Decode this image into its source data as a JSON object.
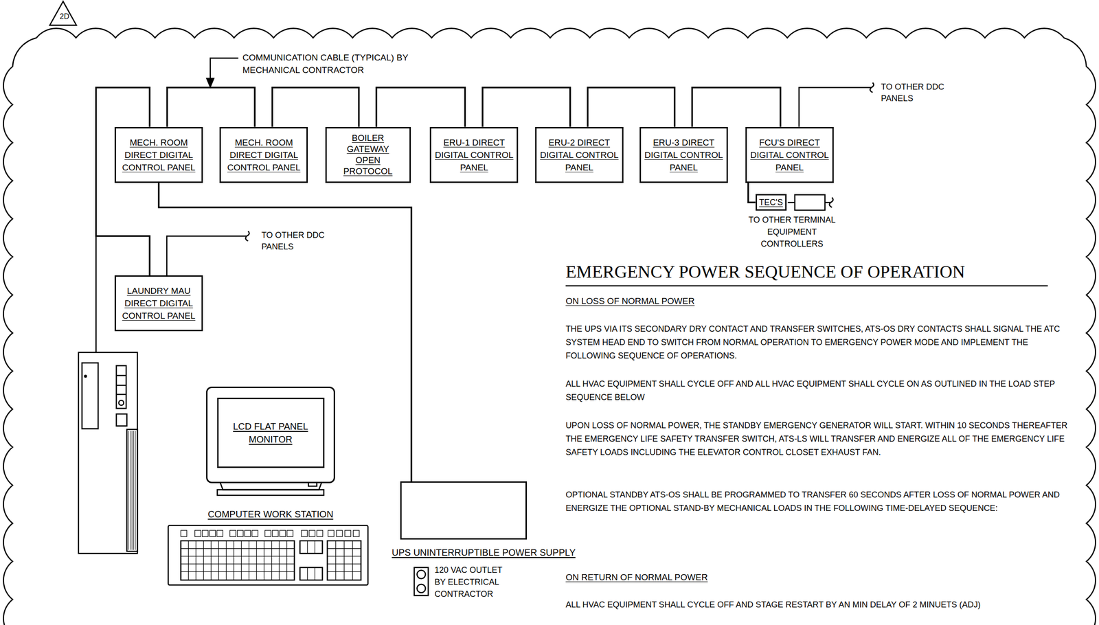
{
  "diagram": {
    "title": "EMERGENCY POWER SEQUENCE OF OPERATION",
    "nodes": [
      {
        "text": [
          "MECH. ROOM DIRECT DIGITAL CONTROL PANEL"
        ]
      },
      {
        "text": [
          "MECH. ROOM DIRECT DIGITAL CONTROL PANEL"
        ]
      },
      {
        "text": [
          "BOILER GATEWAY OPEN PROTOCOL"
        ]
      },
      {
        "text": [
          "ERU-1 DIRECT DIGITAL CONTROL PANEL"
        ]
      },
      {
        "text": [
          "ERU-2 DIRECT DIGITAL CONTROL PANEL"
        ]
      },
      {
        "text": [
          "ERU-3 DIRECT DIGITAL CONTROL PANEL"
        ]
      },
      {
        "text": [
          "FCU'S DIRECT DIGITAL CONTROL PANEL"
        ]
      },
      {
        "text": [
          "TEC'S"
        ]
      },
      {
        "text": [
          "LAUNDRY MAU DIRECT DIGITAL CONTROL PANEL"
        ]
      },
      {
        "text": [
          "LCD FLAT PANEL MONITOR",
          "COMPUTER WORK STATION"
        ]
      },
      {
        "text": [
          "UPS UNINTERRUPTIBLE POWER SUPPLY"
        ]
      }
    ],
    "edges": [
      {
        "from": 0,
        "to": 1,
        "arrow": "none"
      },
      {
        "from": 1,
        "to": 2,
        "arrow": "none"
      },
      {
        "from": 2,
        "to": 3,
        "arrow": "none"
      },
      {
        "from": 3,
        "to": 4,
        "arrow": "none"
      },
      {
        "from": 4,
        "to": 5,
        "arrow": "none"
      },
      {
        "from": 5,
        "to": 6,
        "arrow": "none"
      },
      {
        "from": 6,
        "to": 7,
        "arrow": "none"
      },
      {
        "from": 0,
        "to": 8,
        "arrow": "none"
      },
      {
        "from": 0,
        "to": 10,
        "arrow": "none"
      }
    ],
    "labels": [
      "2D",
      "COMMUNICATION CABLE (TYPICAL) BY MECHANICAL CONTRACTOR",
      "TO OTHER DDC PANELS",
      "TO OTHER DDC PANELS",
      "TO OTHER TERMINAL EQUIPMENT CONTROLLERS",
      "120 VAC OUTLET BY ELECTRICAL CONTRACTOR",
      "ON LOSS OF NORMAL POWER",
      "THE UPS VIA ITS SECONDARY DRY CONTACT AND TRANSFER SWITCHES, ATS-OS DRY CONTACTS SHALL SIGNAL THE ATC SYSTEM HEAD END TO SWITCH FROM NORMAL OPERATION TO EMERGENCY POWER MODE AND IMPLEMENT THE FOLLOWING SEQUENCE OF OPERATIONS.",
      "ALL HVAC EQUIPMENT SHALL CYCLE OFF AND ALL HVAC EQUIPMENT SHALL CYCLE ON AS OUTLINED IN THE LOAD STEP SEQUENCE BELOW",
      "UPON LOSS OF NORMAL POWER, THE STANDBY EMERGENCY GENERATOR WILL START. WITHIN 10 SECONDS THEREAFTER THE EMERGENCY LIFE SAFETY TRANSFER SWITCH, ATS-LS WILL TRANSFER AND ENERGIZE ALL OF THE EMERGENCY LIFE SAFETY LOADS INCLUDING THE ELEVATOR CONTROL CLOSET EXHAUST FAN.",
      "OPTIONAL STANDBY ATS-OS SHALL BE PROGRAMMED TO TRANSFER 60 SECONDS AFTER LOSS OF NORMAL POWER AND ENERGIZE THE OPTIONAL STAND-BY MECHANICAL LOADS IN THE FOLLOWING TIME-DELAYED SEQUENCE:",
      "ON RETURN OF NORMAL POWER",
      "ALL HVAC EQUIPMENT SHALL CYCLE OFF AND STAGE RESTART BY AN MIN DELAY OF 2 MINUETS (ADJ)"
    ]
  }
}
